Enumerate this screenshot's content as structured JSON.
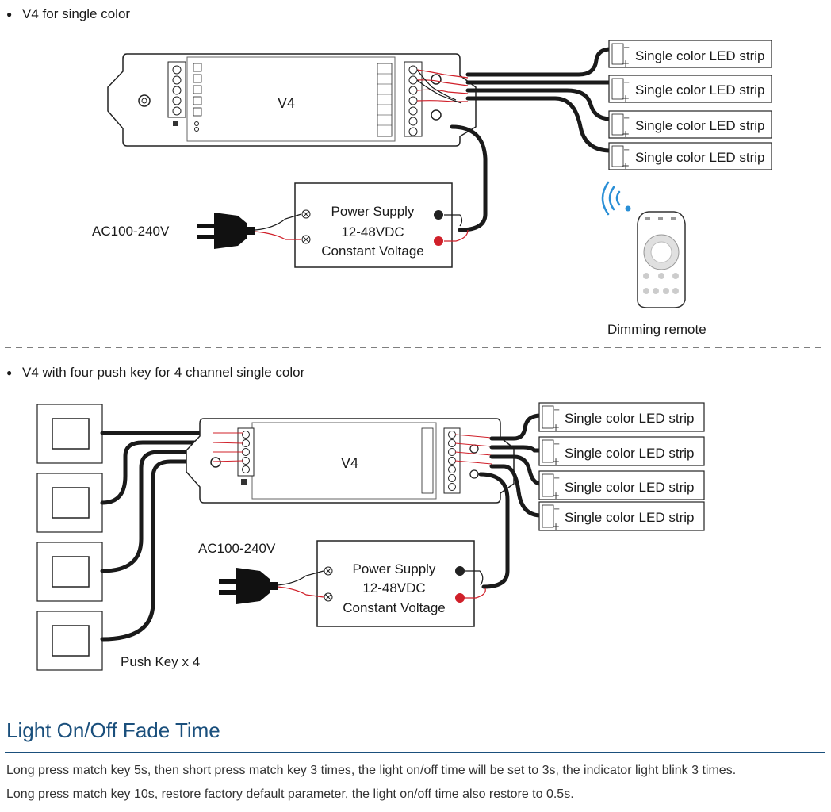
{
  "section1": {
    "bullet": "●",
    "caption": "V4 for single color",
    "controller_label": "V4",
    "strip_label": "Single color LED strip",
    "power": {
      "line1": "Power Supply",
      "line2": "12-48VDC",
      "line3": "Constant Voltage"
    },
    "ac_label": "AC100-240V",
    "remote_label": "Dimming remote"
  },
  "section2": {
    "bullet": "●",
    "caption": "V4 with four push key for 4 channel single color",
    "controller_label": "V4",
    "strip_label": "Single color LED strip",
    "power": {
      "line1": "Power Supply",
      "line2": "12-48VDC",
      "line3": "Constant Voltage"
    },
    "ac_label": "AC100-240V",
    "pushkey_label": "Push Key x 4"
  },
  "fade": {
    "title": "Light On/Off Fade Time",
    "line1": "Long press match key 5s, then short press match key 3 times, the light on/off time will be set to 3s, the indicator light blink 3 times.",
    "line2": "Long press match key 10s, restore factory default parameter, the light on/off time also restore to 0.5s."
  },
  "colors": {
    "accent": "#1a4f7c",
    "wire": "#1a1a1a",
    "wire_red": "#d0202a",
    "remote_signal": "#2a8fd6"
  },
  "icons": [
    "plug-icon",
    "remote-icon",
    "wifi-signal-icon",
    "push-key-icon",
    "led-strip-icon",
    "power-terminal-icon"
  ]
}
